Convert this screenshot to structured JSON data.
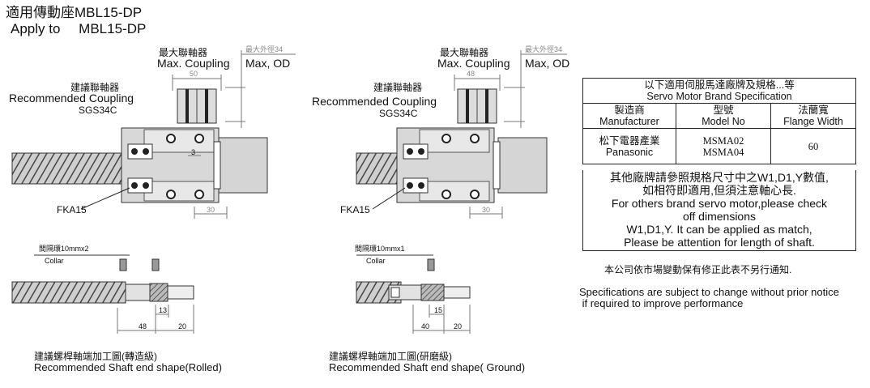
{
  "title": {
    "line1": "適用傳動座MBL15-DP",
    "line2_prefix": "Apply to",
    "line2_model": "MBL15-DP"
  },
  "rolled": {
    "max_coupling_zh": "最大聯軸器",
    "max_coupling_en": "Max. Coupling",
    "max_od_zh": "最大外徑34",
    "max_od_en": "Max, OD",
    "rec_coupling_zh": "建議聯軸器",
    "rec_coupling_en": "Recommended Coupling",
    "coupling_model": "SGS34C",
    "dim_coupling": "50",
    "dim_gap": "3",
    "dim_flange": "30",
    "bearing_label": "FKA15",
    "collar_zh": "間隔環10mmx2",
    "collar_en": "Collar",
    "dim_small": "13",
    "dim_a": "48",
    "dim_b": "20",
    "caption_zh": "建議螺桿軸端加工圖(轉造級)",
    "caption_en": "Recommended Shaft end shape(Rolled)"
  },
  "ground": {
    "max_coupling_zh": "最大聯軸器",
    "max_coupling_en": "Max. Coupling",
    "max_od_zh": "最大外徑34",
    "max_od_en": "Max, OD",
    "rec_coupling_zh": "建議聯軸器",
    "rec_coupling_en": "Recommended Coupling",
    "coupling_model": "SGS34C",
    "dim_coupling": "48",
    "dim_flange": "30",
    "bearing_label": "FKA15",
    "collar_zh": "間隔環10mmx1",
    "collar_en": "Collar",
    "dim_small": "15",
    "dim_a": "40",
    "dim_b": "20",
    "caption_zh": "建議螺桿軸端加工圖(研磨級)",
    "caption_en": "Recommended Shaft end shape( Ground)"
  },
  "spec": {
    "header_zh": "以下適用伺服馬達廠牌及規格...等",
    "header_en": "Servo Motor Brand Specification",
    "col1_zh": "製造商",
    "col1_en": "Manufacturer",
    "col2_zh": "型號",
    "col2_en": "Model No",
    "col3_zh": "法蘭寬",
    "col3_en": "Flange Width",
    "maker_zh": "松下電器產業",
    "maker_en": "Panasonic",
    "model1": "MSMA02",
    "model2": "MSMA04",
    "flange": "60"
  },
  "note": {
    "l1": "其他廠牌請參照規格尺寸中之W1,D1,Y數值,",
    "l2": "如相符即適用,但須注意軸心長.",
    "l3": "For others brand servo motor,please check",
    "l4": "off dimensions",
    "l5": "W1,D1,Y. It can be applied as match,",
    "l6": "Please be attention for length of shaft."
  },
  "notice": {
    "zh": "本公司依市場變動保有修正此表不另行通知.",
    "en1": "Specifications are subject to change without prior notice",
    "en2": " if required to improve performance"
  },
  "colors": {
    "line": "#222222",
    "dim": "#777777",
    "fill": "#d8d8d8",
    "dark": "#555555"
  }
}
